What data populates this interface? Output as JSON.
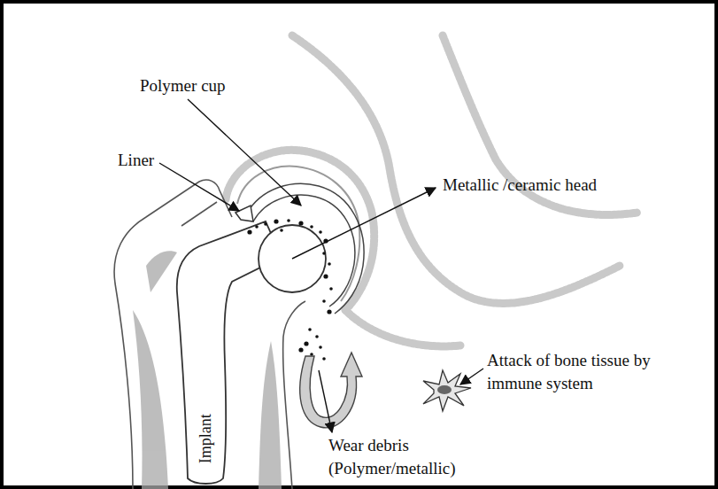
{
  "diagram": {
    "labels": [
      "Polymer cup",
      "Liner",
      "Metallic /ceramic head",
      "Attack of bone tissue by immune system",
      "Wear debris (Polymer/metallic)",
      "Implant"
    ]
  }
}
